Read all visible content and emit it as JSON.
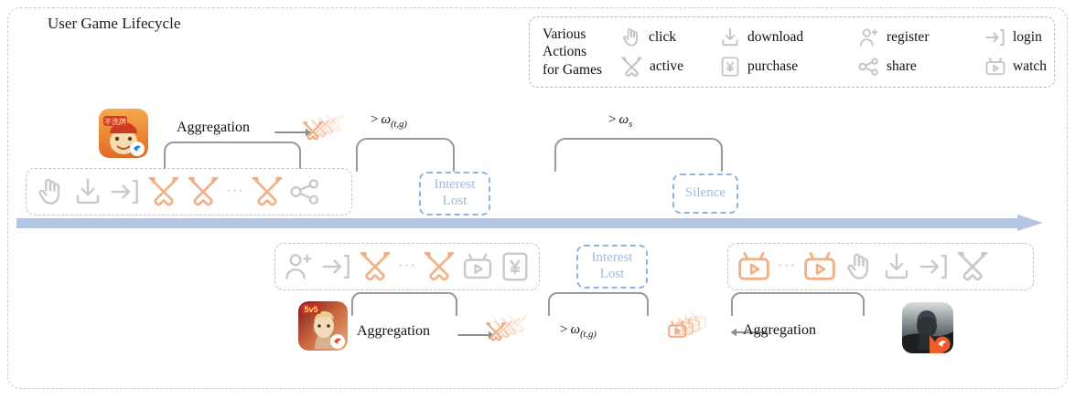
{
  "title": "User Game Lifecycle",
  "colors": {
    "timeline": "#b4c4e4",
    "state_border": "#8fb3e0",
    "state_text": "#9dbbe4",
    "icon_grey": "#c4c4c4",
    "icon_orange": "#f0b189",
    "frame": "#c9c9c9",
    "text": "#111111"
  },
  "legend": {
    "title_line1": "Various",
    "title_line2": "Actions",
    "title_line3": "for Games",
    "row1": [
      {
        "icon": "click-icon",
        "label": "click"
      },
      {
        "icon": "download-icon",
        "label": "download"
      },
      {
        "icon": "register-icon",
        "label": "register"
      },
      {
        "icon": "login-icon",
        "label": "login"
      }
    ],
    "row2": [
      {
        "icon": "active-icon",
        "label": "active"
      },
      {
        "icon": "purchase-icon",
        "label": "purchase"
      },
      {
        "icon": "share-icon",
        "label": "share"
      },
      {
        "icon": "watch-icon",
        "label": "watch"
      }
    ],
    "ellipsis": "···"
  },
  "timeline": {
    "direction": "left-to-right"
  },
  "upper": {
    "strip_actions": [
      {
        "icon": "click-icon",
        "color": "grey"
      },
      {
        "icon": "download-icon",
        "color": "grey"
      },
      {
        "icon": "login-icon",
        "color": "grey"
      },
      {
        "icon": "active-icon",
        "color": "orange"
      },
      {
        "icon": "active-icon",
        "color": "orange"
      },
      {
        "icon": "ellipsis",
        "color": "orange"
      },
      {
        "icon": "active-icon",
        "color": "orange"
      },
      {
        "icon": "share-icon",
        "color": "grey"
      }
    ],
    "aggregation_label": "Aggregation",
    "aggregated_icon": "active-icon",
    "game_icon": "card-game-icon",
    "brace_label_1": "> ω(t,g)",
    "brace_label_2": "> ωs",
    "state_1_line1": "Interest",
    "state_1_line2": "Lost",
    "state_2_line1": "Silence"
  },
  "lower": {
    "strip_left_actions": [
      {
        "icon": "register-icon",
        "color": "grey"
      },
      {
        "icon": "login-icon",
        "color": "grey"
      },
      {
        "icon": "active-icon",
        "color": "orange"
      },
      {
        "icon": "ellipsis",
        "color": "orange"
      },
      {
        "icon": "active-icon",
        "color": "orange"
      },
      {
        "icon": "watch-icon",
        "color": "grey"
      },
      {
        "icon": "purchase-icon",
        "color": "grey"
      }
    ],
    "strip_right_actions": [
      {
        "icon": "watch-icon",
        "color": "orange"
      },
      {
        "icon": "ellipsis",
        "color": "orange"
      },
      {
        "icon": "watch-icon",
        "color": "orange"
      },
      {
        "icon": "click-icon",
        "color": "grey"
      },
      {
        "icon": "download-icon",
        "color": "grey"
      },
      {
        "icon": "login-icon",
        "color": "grey"
      },
      {
        "icon": "active-icon",
        "color": "grey"
      }
    ],
    "aggregation_label_left": "Aggregation",
    "aggregation_label_right": "Aggregation",
    "aggregated_icon_left": "active-icon",
    "aggregated_icon_right": "watch-icon",
    "game_icon_left": "moba-game-icon",
    "game_icon_right": "shooter-game-icon",
    "brace_label": "> ω(t,g)",
    "state_line1": "Interest",
    "state_line2": "Lost"
  }
}
